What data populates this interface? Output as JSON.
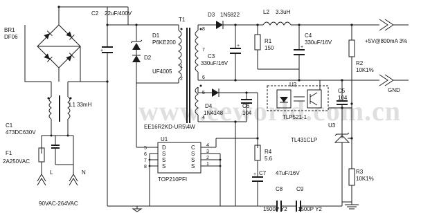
{
  "labels": {
    "br1": "BR1",
    "br1_part": "DF06",
    "c2": "C2",
    "c2_value": "22uF/400V",
    "t1": "T1",
    "d1": "D1",
    "d1_part": "P6KE200",
    "d2": "D2",
    "d2_part": "UF4005",
    "d3": "D3",
    "d3_part": "1N5822",
    "l2": "L2",
    "l2_value": "3.3uH",
    "r1": "R1",
    "r1_value": "150",
    "c3": "C3",
    "c3_value": "330uF/16V",
    "c4": "C4",
    "c4_value": "330uF/16V",
    "output": "+5V@800mA  3%",
    "r2": "R2",
    "r2_value": "10K1%",
    "l1": "L1",
    "l1_value": "33mH",
    "c1": "C1",
    "c1_value": "473DC630V",
    "f1": "F1",
    "f1_value": "2A250VAC",
    "l_terminal": "L",
    "n_terminal": "N",
    "input_range": "90VAC-264VAC",
    "d4": "D4",
    "d4_part": "1N4148",
    "c6": "C6",
    "c6_value": "104",
    "u2": "U2",
    "c5": "C5",
    "c5_value": "104",
    "gnd": "GND",
    "transformer": "EE16R2KD-UR5\\4W",
    "optocoupler": "TLP521-1",
    "u3": "U3",
    "u3_part": "TL431CLP",
    "u1": "U1",
    "u1_part": "TOP210PFI",
    "r4": "R4",
    "r4_value": "5.6",
    "c7": "C7",
    "c7_value": "47uF/16V",
    "r3": "R3",
    "r3_value": "10K1%",
    "c8": "C8",
    "c8_value": "1500P Y2",
    "c9": "C9",
    "c9_value": "1500P Y2",
    "watermark": "www.eeworld.com.cn",
    "pin_labels": [
      "5",
      "6",
      "7",
      "8",
      "4",
      "3",
      "2",
      "1"
    ],
    "chip_letters": [
      "D",
      "S",
      "S",
      "S",
      "C",
      "S",
      "S",
      "S"
    ],
    "t1_pins": [
      "8",
      "7",
      "1",
      "2",
      "6",
      "5",
      "4"
    ],
    "polarity": "+"
  }
}
